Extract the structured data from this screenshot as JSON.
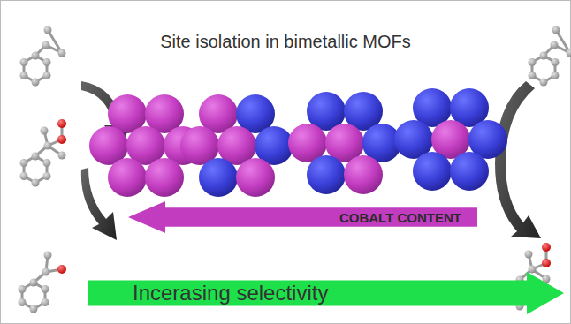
{
  "diagram": {
    "title": "Site isolation in bimetallic MOFs",
    "nodes": [
      {
        "text": [
          "COBALT CONTENT"
        ]
      },
      {
        "text": [
          "Incerasing selectivity"
        ]
      }
    ]
  }
}
